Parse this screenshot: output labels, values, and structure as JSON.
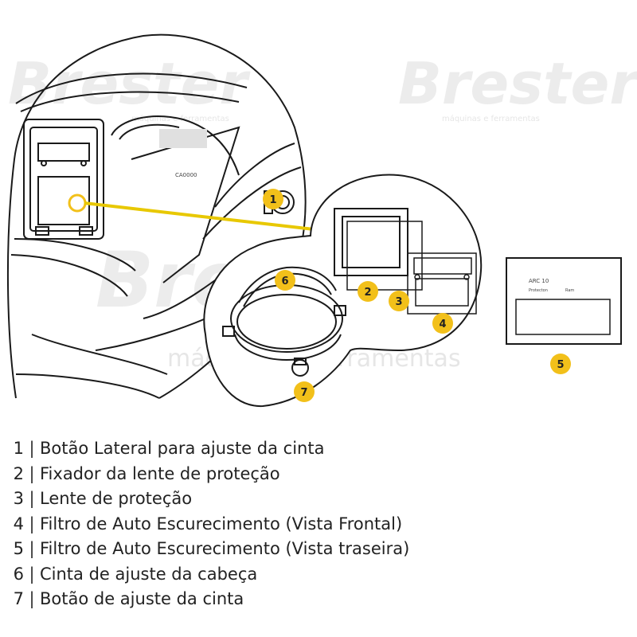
{
  "watermarks": {
    "brand": "Brester",
    "brand_sub": "máquinas e ferramentas",
    "center_sub": "máquinas e ferramentas"
  },
  "filter_label_lines": [
    "ARC 10",
    "Protecton ",
    "Ram "
  ],
  "badges": [
    "1",
    "2",
    "3",
    "4",
    "5",
    "6",
    "7"
  ],
  "legend": [
    {
      "num": "1",
      "sep": "|",
      "text": "Botão Lateral para ajuste da cinta"
    },
    {
      "num": "2",
      "sep": "|",
      "text": "Fixador da lente de proteção"
    },
    {
      "num": "3",
      "sep": "|",
      "text": "Lente de proteção"
    },
    {
      "num": "4",
      "sep": "|",
      "text": "Filtro de Auto Escurecimento (Vista Frontal)"
    },
    {
      "num": "5",
      "sep": "|",
      "text": "Filtro de Auto Escurecimento (Vista traseira)"
    },
    {
      "num": "6",
      "sep": "|",
      "text": "Cinta de ajuste da cabeça"
    },
    {
      "num": "7",
      "sep": "|",
      "text": "Botão de ajuste da cinta"
    }
  ],
  "colors": {
    "accent": "#f2c01a",
    "arrow": "#e8c800",
    "line": "#1a1a1a"
  }
}
